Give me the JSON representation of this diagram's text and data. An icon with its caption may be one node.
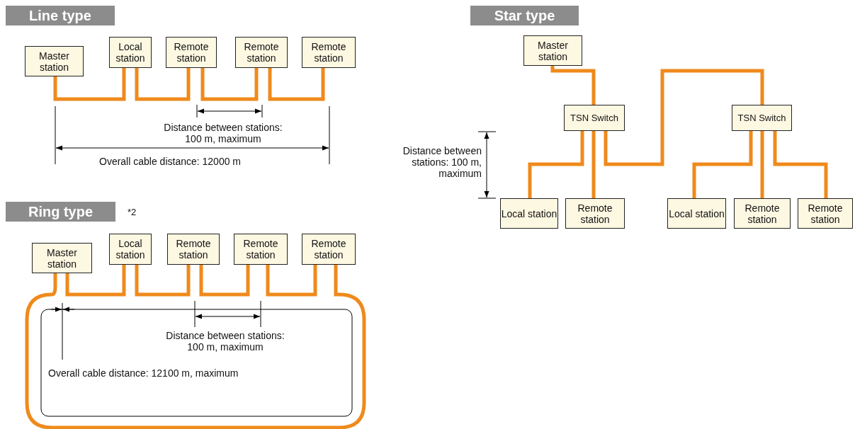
{
  "diagram": {
    "nodes": [
      {
        "text": [
          "Line type"
        ]
      },
      {
        "text": [
          "Master station"
        ]
      },
      {
        "text": [
          "Local station"
        ]
      },
      {
        "text": [
          "Remote station"
        ]
      },
      {
        "text": [
          "Remote station"
        ]
      },
      {
        "text": [
          "Remote station"
        ]
      },
      {
        "text": [
          "Ring type"
        ],
        "beside": [
          "*2"
        ]
      },
      {
        "text": [
          "Master station"
        ]
      },
      {
        "text": [
          "Local station"
        ]
      },
      {
        "text": [
          "Remote station"
        ]
      },
      {
        "text": [
          "Remote station"
        ]
      },
      {
        "text": [
          "Remote station"
        ]
      },
      {
        "text": [
          "Star type"
        ]
      },
      {
        "text": [
          "Master station"
        ]
      },
      {
        "text": [
          "TSN Switch"
        ]
      },
      {
        "text": [
          "TSN Switch"
        ]
      },
      {
        "text": [
          "Local station"
        ]
      },
      {
        "text": [
          "Remote station"
        ]
      },
      {
        "text": [
          "Local station"
        ]
      },
      {
        "text": [
          "Remote station"
        ]
      },
      {
        "text": [
          "Remote station"
        ]
      }
    ],
    "edges": [
      {
        "from": 1,
        "to": 2,
        "arrow": "none"
      },
      {
        "from": 2,
        "to": 3,
        "arrow": "none"
      },
      {
        "from": 3,
        "to": 4,
        "arrow": "none"
      },
      {
        "from": 4,
        "to": 5,
        "arrow": "none"
      },
      {
        "from": 7,
        "to": 8,
        "arrow": "none"
      },
      {
        "from": 8,
        "to": 9,
        "arrow": "none"
      },
      {
        "from": 9,
        "to": 10,
        "arrow": "none"
      },
      {
        "from": 10,
        "to": 11,
        "arrow": "none"
      },
      {
        "from": 11,
        "to": 7,
        "arrow": "none"
      },
      {
        "from": 13,
        "to": 14,
        "arrow": "none"
      },
      {
        "from": 14,
        "to": 15,
        "arrow": "none"
      },
      {
        "from": 14,
        "to": 16,
        "arrow": "none"
      },
      {
        "from": 14,
        "to": 17,
        "arrow": "none"
      },
      {
        "from": 15,
        "to": 18,
        "arrow": "none"
      },
      {
        "from": 15,
        "to": 19,
        "arrow": "none"
      },
      {
        "from": 15,
        "to": 20,
        "arrow": "none"
      }
    ],
    "labels": [
      "Distance between stations: 100 m, maximum",
      "Overall cable distance: 12000 m",
      "Distance between stations: 100 m, maximum",
      "Overall cable distance: 12100 m, maximum",
      "Distance between stations: 100 m, maximum"
    ]
  }
}
